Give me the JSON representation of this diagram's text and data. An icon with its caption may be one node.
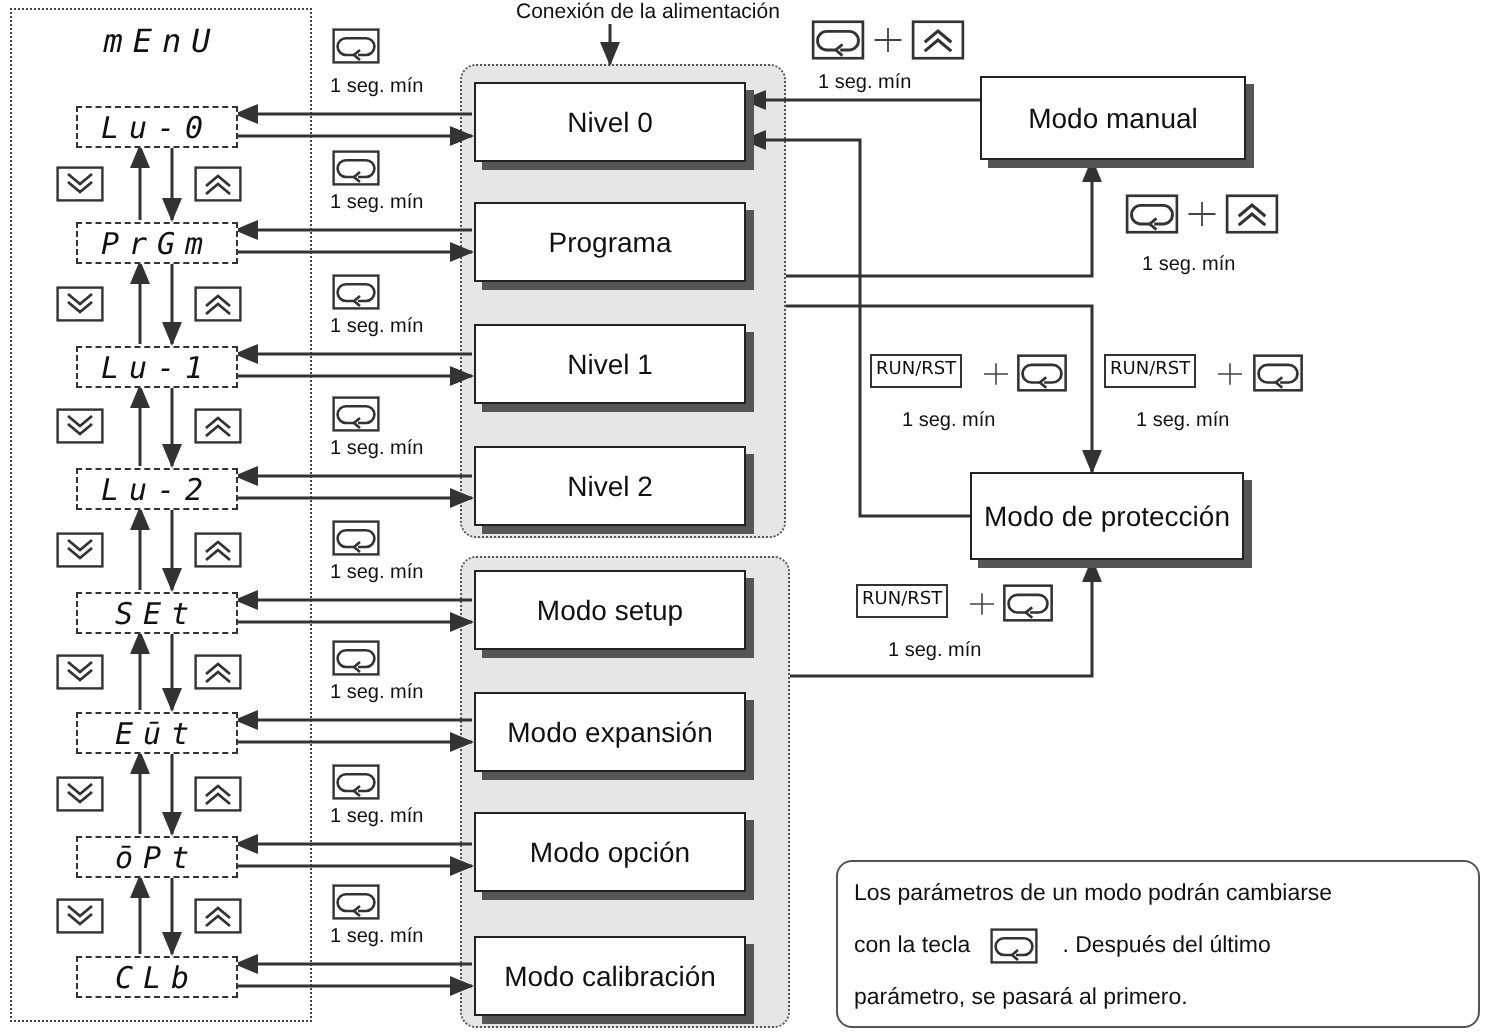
{
  "diagram": {
    "nodes": [
      {
        "text": [
          "mEnU"
        ]
      },
      {
        "text": [
          "Lu-0"
        ],
        "in": 0
      },
      {
        "text": [
          "PrGm"
        ],
        "in": 0
      },
      {
        "text": [
          "Lu-1"
        ],
        "in": 0
      },
      {
        "text": [
          "Lu-2"
        ],
        "in": 0
      },
      {
        "text": [
          "SEt"
        ],
        "in": 0
      },
      {
        "text": [
          "Eūt"
        ],
        "in": 0
      },
      {
        "text": [
          "ōPt"
        ],
        "in": 0
      },
      {
        "text": [
          "CLb"
        ],
        "in": 0
      },
      {
        "text": [],
        "shape": "box"
      },
      {
        "text": [
          "Nivel 0"
        ],
        "in": 9
      },
      {
        "text": [
          "Programa"
        ],
        "in": 9
      },
      {
        "text": [
          "Nivel 1"
        ],
        "in": 9
      },
      {
        "text": [
          "Nivel 2"
        ],
        "in": 9
      },
      {
        "text": [],
        "shape": "box"
      },
      {
        "text": [
          "Modo setup"
        ],
        "in": 14
      },
      {
        "text": [
          "Modo expansión"
        ],
        "in": 14
      },
      {
        "text": [
          "Modo opción"
        ],
        "in": 14
      },
      {
        "text": [
          "Modo calibración"
        ],
        "in": 14
      },
      {
        "text": [
          "Modo manual"
        ]
      },
      {
        "text": [
          "Modo de protección"
        ]
      },
      {
        "text": [
          "Conexión de la alimentación"
        ]
      },
      {
        "text": [
          "Los parámetros de un modo podrán cambiarse con la tecla",
          ". Después del último parámetro, se pasará al primero."
        ]
      }
    ],
    "edges": [
      {
        "from": 21,
        "to": 9,
        "arrow": "to"
      },
      {
        "from": 10,
        "to": 1,
        "arrow": "to",
        "label": "1 seg. mín"
      },
      {
        "from": 1,
        "to": 10,
        "arrow": "to"
      },
      {
        "from": 11,
        "to": 2,
        "arrow": "to",
        "label": "1 seg. mín"
      },
      {
        "from": 2,
        "to": 11,
        "arrow": "to"
      },
      {
        "from": 12,
        "to": 3,
        "arrow": "to",
        "label": "1 seg. mín"
      },
      {
        "from": 3,
        "to": 12,
        "arrow": "to"
      },
      {
        "from": 13,
        "to": 4,
        "arrow": "to",
        "label": "1 seg. mín"
      },
      {
        "from": 4,
        "to": 13,
        "arrow": "to"
      },
      {
        "from": 15,
        "to": 5,
        "arrow": "to",
        "label": "1 seg. mín"
      },
      {
        "from": 5,
        "to": 15,
        "arrow": "to"
      },
      {
        "from": 16,
        "to": 6,
        "arrow": "to",
        "label": "1 seg. mín"
      },
      {
        "from": 6,
        "to": 16,
        "arrow": "to"
      },
      {
        "from": 17,
        "to": 7,
        "arrow": "to",
        "label": "1 seg. mín"
      },
      {
        "from": 7,
        "to": 17,
        "arrow": "to"
      },
      {
        "from": 18,
        "to": 8,
        "arrow": "to",
        "label": "1 seg. mín"
      },
      {
        "from": 8,
        "to": 18,
        "arrow": "to"
      },
      {
        "from": 1,
        "to": 2,
        "arrow": "to"
      },
      {
        "from": 2,
        "to": 1,
        "arrow": "to"
      },
      {
        "from": 2,
        "to": 3,
        "arrow": "to"
      },
      {
        "from": 3,
        "to": 2,
        "arrow": "to"
      },
      {
        "from": 3,
        "to": 4,
        "arrow": "to"
      },
      {
        "from": 4,
        "to": 3,
        "arrow": "to"
      },
      {
        "from": 4,
        "to": 5,
        "arrow": "to"
      },
      {
        "from": 5,
        "to": 4,
        "arrow": "to"
      },
      {
        "from": 5,
        "to": 6,
        "arrow": "to"
      },
      {
        "from": 6,
        "to": 5,
        "arrow": "to"
      },
      {
        "from": 6,
        "to": 7,
        "arrow": "to"
      },
      {
        "from": 7,
        "to": 6,
        "arrow": "to"
      },
      {
        "from": 7,
        "to": 8,
        "arrow": "to"
      },
      {
        "from": 8,
        "to": 7,
        "arrow": "to"
      },
      {
        "from": 19,
        "to": 10,
        "arrow": "to",
        "label": "1 seg. mín"
      },
      {
        "from": 9,
        "to": 19,
        "arrow": "to",
        "label": "1 seg. mín"
      },
      {
        "from": 9,
        "to": 20,
        "arrow": "to",
        "label": "1 seg. mín"
      },
      {
        "from": 20,
        "to": 10,
        "arrow": "to",
        "label": "1 seg. mín"
      },
      {
        "from": 14,
        "to": 20,
        "arrow": "to",
        "label": "1 seg. mín"
      }
    ],
    "labels": [
      "RUN/RST",
      "RUN/RST",
      "RUN/RST"
    ]
  }
}
